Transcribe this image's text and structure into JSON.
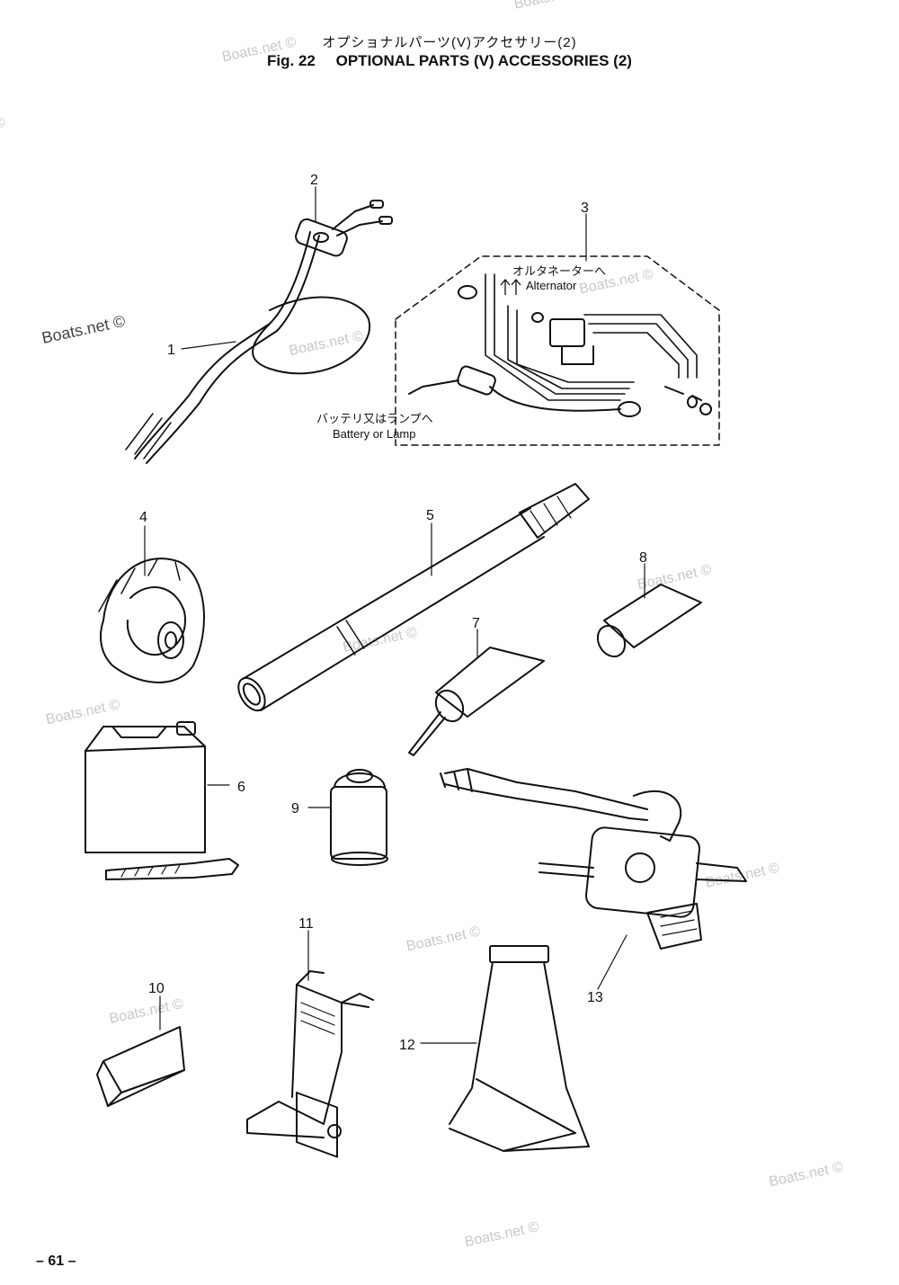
{
  "title": {
    "japanese": "オプショナルパーツ(V)アクセサリー(2)",
    "fig": "Fig. 22",
    "english": "OPTIONAL PARTS (V) ACCESSORIES (2)"
  },
  "callouts": [
    "1",
    "2",
    "3",
    "4",
    "5",
    "6",
    "7",
    "8",
    "9",
    "10",
    "11",
    "12",
    "13"
  ],
  "notes": {
    "alternator_jp": "オルタネーターへ",
    "alternator_en": "Alternator",
    "battery_jp": "バッテリ又はランプへ",
    "battery_en": "Battery or Lamp"
  },
  "watermark": "Boats.net ©",
  "page_number": "– 61 –"
}
